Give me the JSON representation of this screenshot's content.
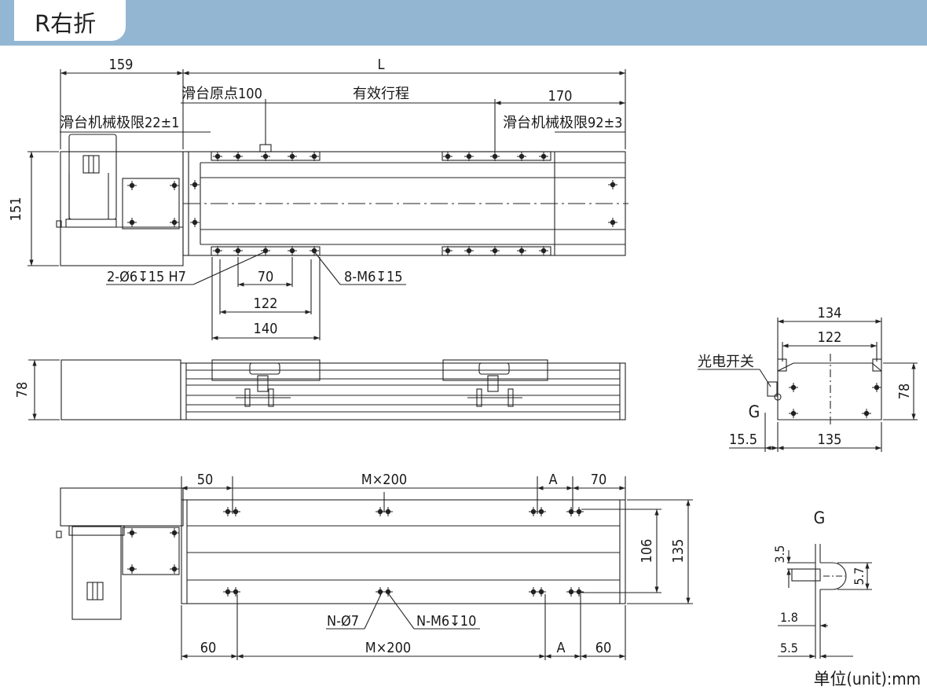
{
  "title": "R右折",
  "unit_label": "单位(unit):mm",
  "top_view": {
    "dim_motor_len": "159",
    "dim_L": "L",
    "dim_origin": "滑台原点100",
    "dim_stroke": "有效行程",
    "dim_170": "170",
    "dim_limit_left": "滑台机械极限22±1",
    "dim_limit_right": "滑台机械极限92±3",
    "dim_height": "151",
    "note_pin": "2-Ø6↧15 H7",
    "note_tap": "8-M6↧15",
    "dim_70": "70",
    "dim_122": "122",
    "dim_140": "140"
  },
  "side_view": {
    "dim_height": "78"
  },
  "end_view": {
    "dim_134": "134",
    "dim_122": "122",
    "sensor_label": "光电开关",
    "label_G": "G",
    "dim_15_5": "15.5",
    "dim_135": "135",
    "dim_78": "78"
  },
  "bottom_view": {
    "dim_50": "50",
    "dim_Mx200_top": "M×200",
    "dim_A_top": "A",
    "dim_70": "70",
    "dim_106": "106",
    "dim_135": "135",
    "note_hole": "N-Ø7",
    "note_tap": "N-M6↧10",
    "dim_60_left": "60",
    "dim_Mx200_bottom": "M×200",
    "dim_A_bottom": "A",
    "dim_60_right": "60"
  },
  "detail_G": {
    "title": "G",
    "dim_3_5": "3.5",
    "dim_5_7": "5.7",
    "dim_1_8": "1.8",
    "dim_5_5": "5.5"
  }
}
